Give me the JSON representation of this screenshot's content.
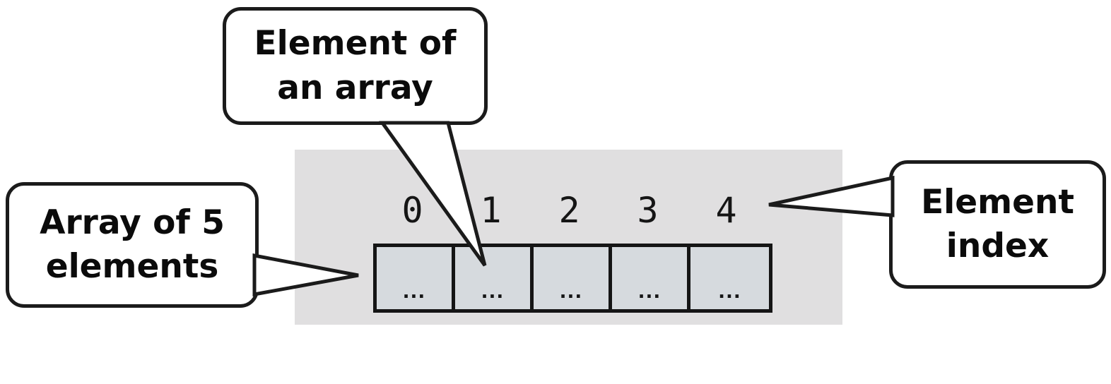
{
  "diagram": {
    "title": "Array of 5 elements annotated diagram",
    "colors": {
      "panel_background": "#e0dfe0",
      "cell_fill": "#d6dade",
      "stroke": "#151515",
      "callout_fill": "#ffffff",
      "page_background": "#ffffff"
    }
  },
  "array": {
    "length": 5,
    "indices": [
      "0",
      "1",
      "2",
      "3",
      "4"
    ],
    "cells": [
      {
        "index": "0",
        "value": "..."
      },
      {
        "index": "1",
        "value": "..."
      },
      {
        "index": "2",
        "value": "..."
      },
      {
        "index": "3",
        "value": "..."
      },
      {
        "index": "4",
        "value": "..."
      }
    ]
  },
  "callouts": {
    "element_of_array": {
      "line1": "Element of",
      "line2": "an array",
      "points_to": "cell index 1"
    },
    "array_of_5": {
      "line1": "Array of 5",
      "line2": "elements",
      "points_to": "array container"
    },
    "element_index": {
      "line1": "Element",
      "line2": "index",
      "points_to": "index label 4"
    }
  }
}
